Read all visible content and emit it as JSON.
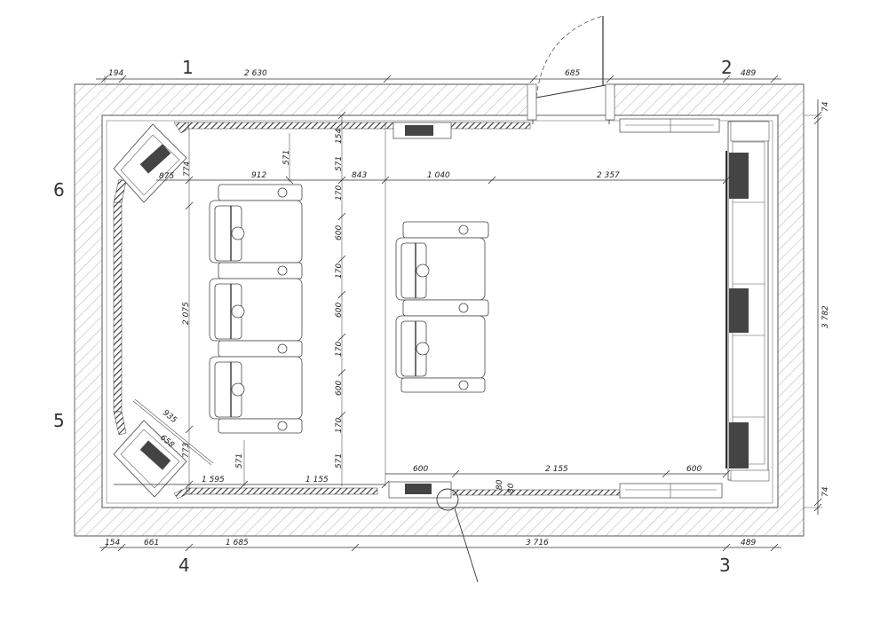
{
  "axes": {
    "a1": "1",
    "a2": "2",
    "a3": "3",
    "a4": "4",
    "a5": "5",
    "a6": "6"
  },
  "dims": {
    "top_194": "194",
    "top_2630": "2 630",
    "top_685": "685",
    "top_489": "489",
    "right_74_top": "74",
    "right_3782": "3 782",
    "right_74_bottom": "74",
    "bot_154": "154",
    "bot_661": "661",
    "bot_1685": "1 685",
    "bot_3716": "3 716",
    "bot_489": "489",
    "proj_875": "875",
    "proj_774": "774",
    "proj_935": "935",
    "proj_658": "658",
    "proj_773": "773",
    "r1_912": "912",
    "r1_571": "571",
    "r1_154": "154",
    "r1_571b": "571",
    "r1_843": "843",
    "r1_1040": "1 040",
    "r1_2357": "2 357",
    "v_2075": "2 075",
    "c_170a": "170",
    "c_600a": "600",
    "c_170b": "170",
    "c_600b": "600",
    "c_170c": "170",
    "c_600c": "600",
    "c_170d": "170",
    "c_571": "571",
    "left_571": "571",
    "b_1595": "1 595",
    "b_1155": "1 155",
    "b_600a": "600",
    "b_2155": "2 155",
    "b_600b": "600",
    "b_80a": "80",
    "b_80b": "80"
  }
}
